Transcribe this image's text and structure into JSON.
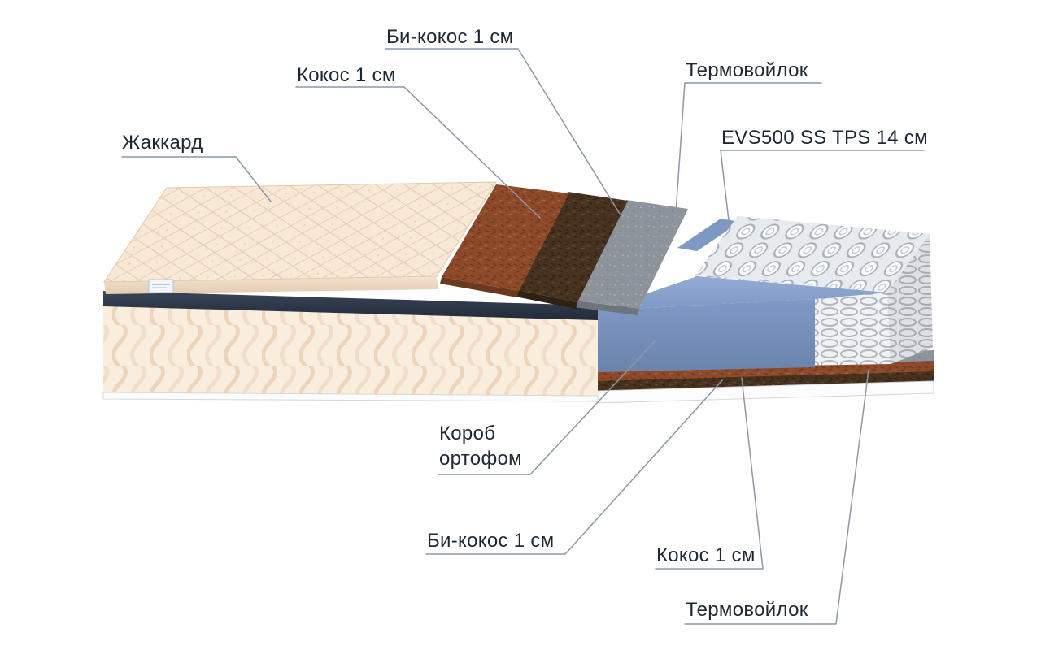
{
  "diagram": {
    "type": "mattress-layer-structure",
    "labels": {
      "jacquard": "Жаккард",
      "coconut_top": "Кокос 1 см",
      "bi_coconut_top": "Би-кокос 1 см",
      "thermofelt_top": "Термовойлок",
      "springs": "EVS500 SS TPS 14 см",
      "foam_box": "Короб ортофом",
      "bi_coconut_bottom": "Би-кокос 1 см",
      "coconut_bottom": "Кокос 1 см",
      "thermofelt_bottom": "Термовойлок"
    },
    "layers_top_to_bottom": [
      "Жаккард",
      "Кокос 1 см",
      "Би-кокос 1 см",
      "Термовойлок",
      "EVS500 SS TPS 14 см",
      "Короб ортофом",
      "Термовойлок",
      "Кокос 1 см",
      "Би-кокос 1 см"
    ],
    "colors": {
      "label_text": "#1d2834",
      "leader_line": "#8b98a5",
      "jacquard_fabric": "#f8e9d7",
      "base_border_navy": "#2e3748",
      "coconut": "#8c4a2b",
      "bi_coconut": "#47321f",
      "thermofelt": "#8d939b",
      "springs": "#eef0f2",
      "foam_box_blue": "#7e98c4",
      "piping_white": "#fcfcfc"
    }
  }
}
